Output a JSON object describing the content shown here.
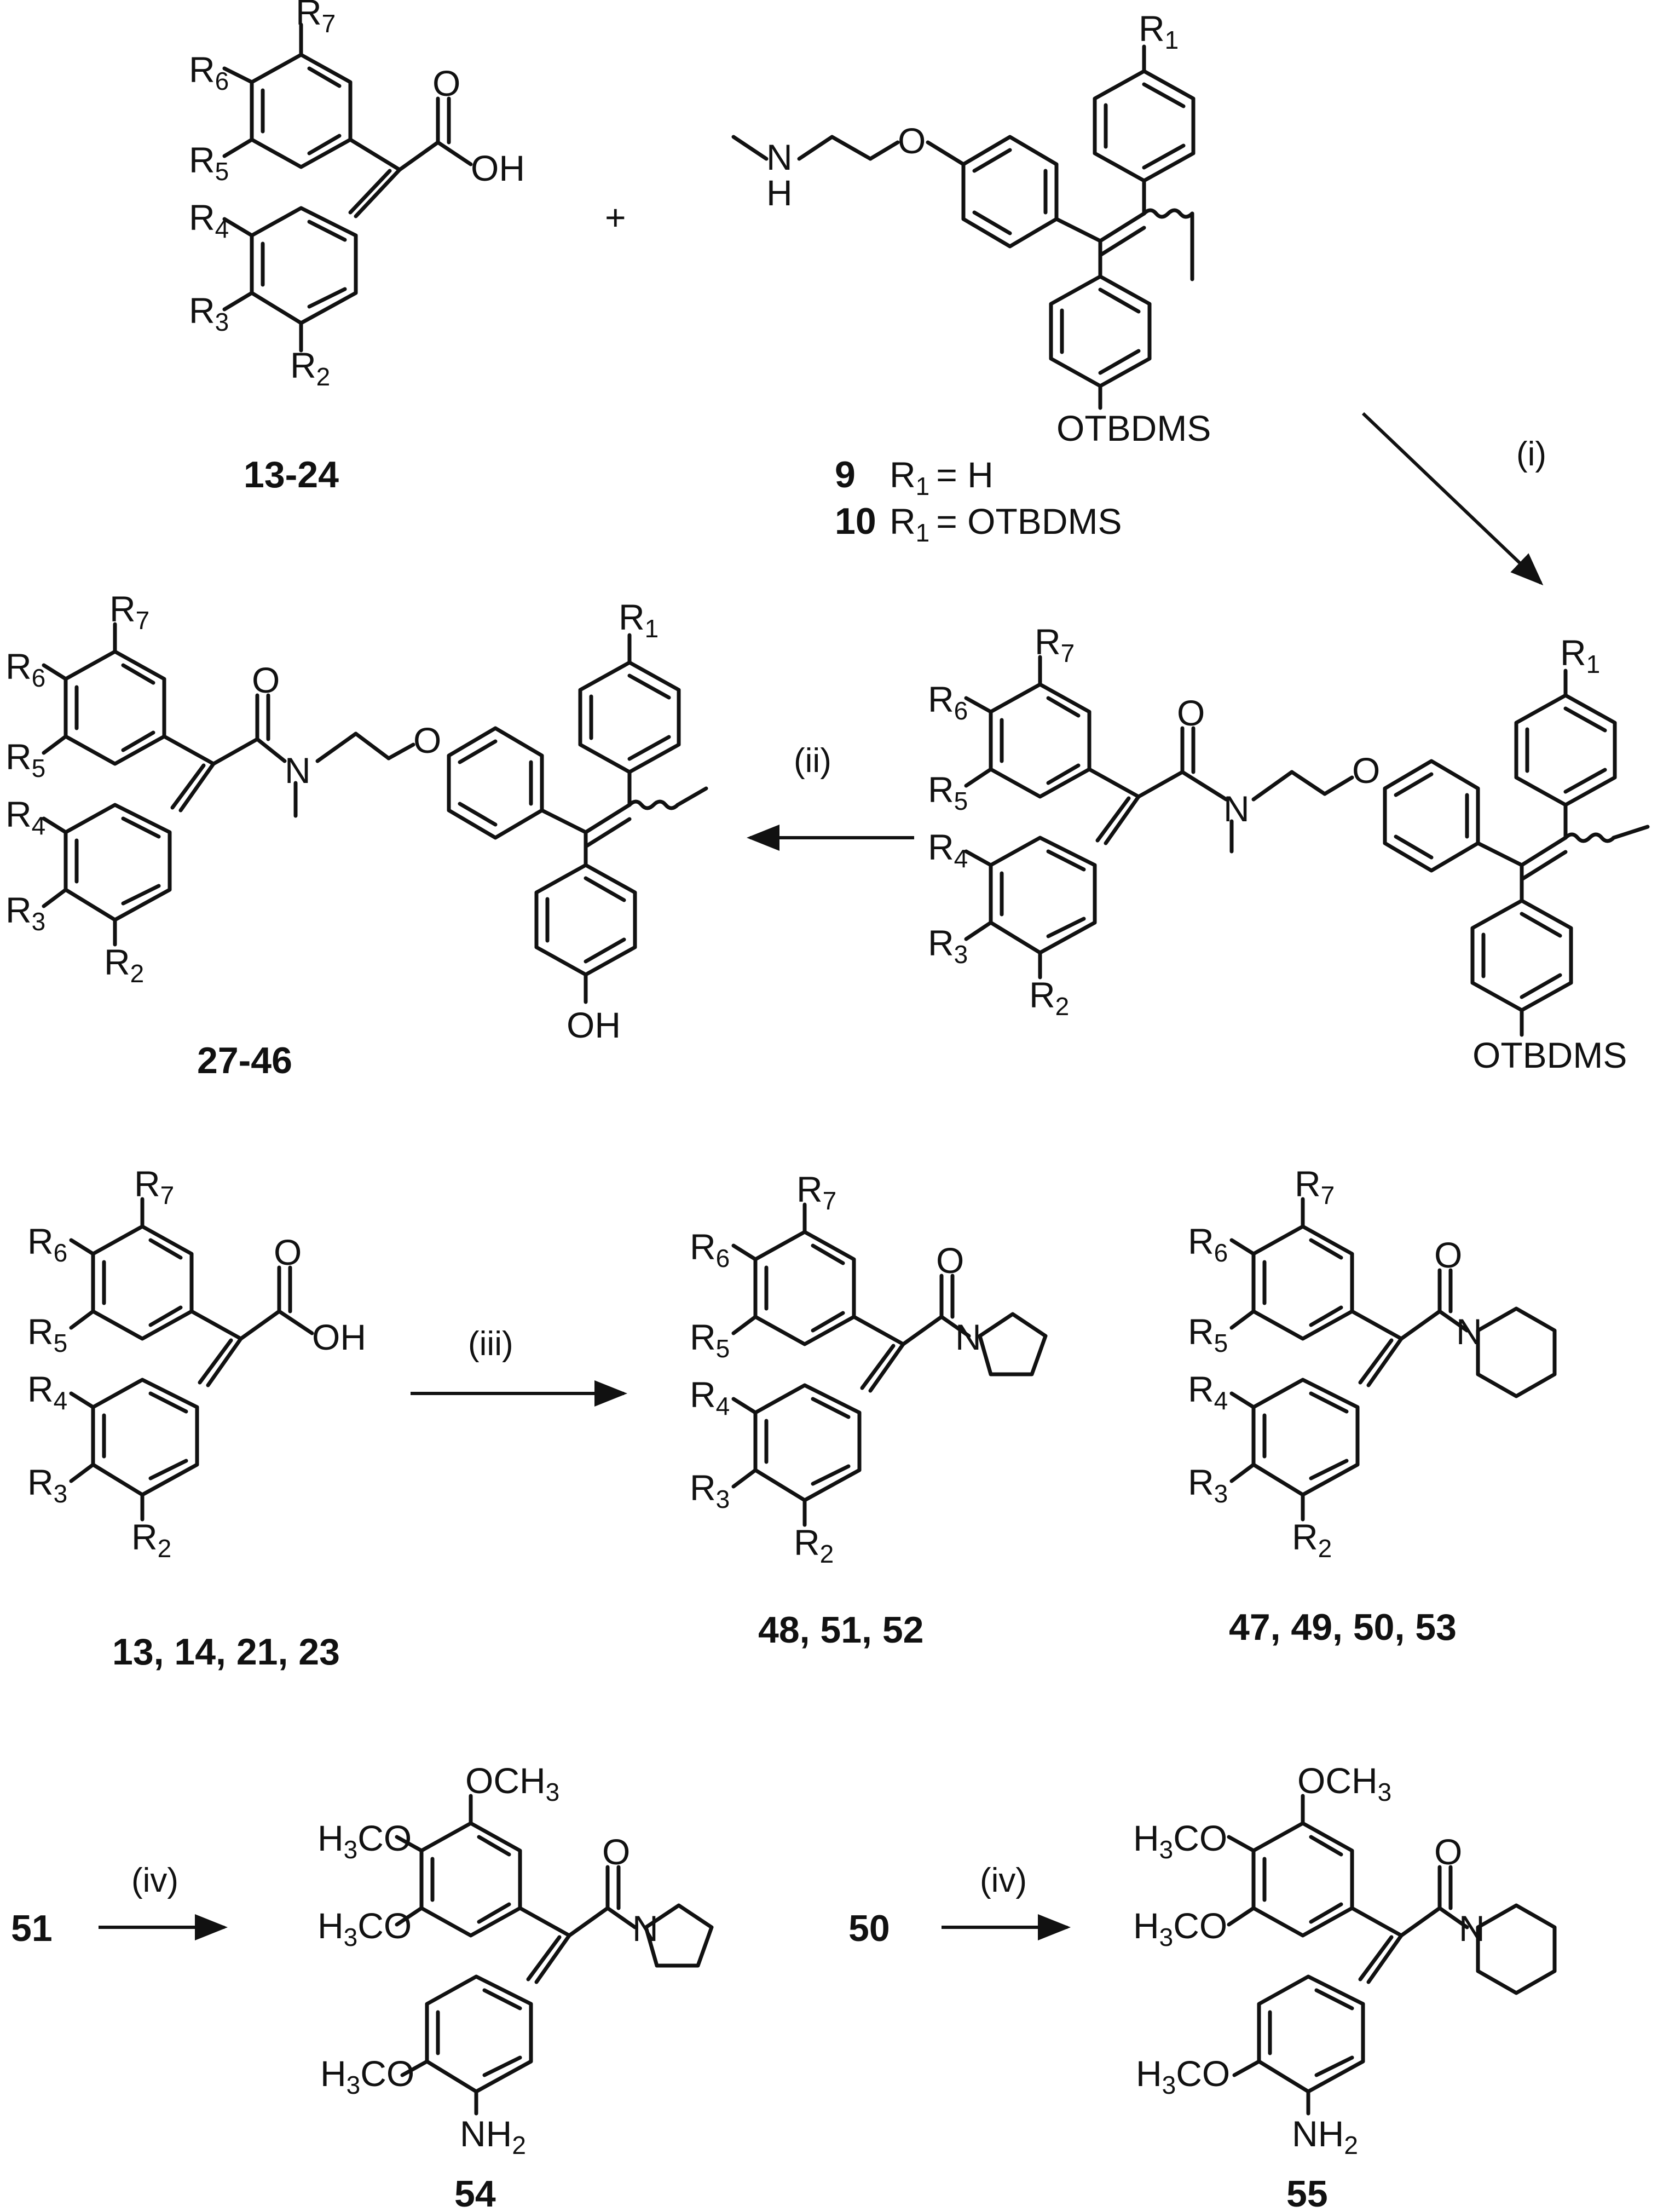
{
  "scheme": {
    "plus_sign": "+",
    "atoms": {
      "O": "O",
      "OH": "OH",
      "N": "N",
      "H": "H",
      "OTBDMS": "OTBDMS",
      "R": "R",
      "OCH": "OCH",
      "H3CO_prefix": "H",
      "CO_suffix": "CO",
      "NH": "NH",
      "sub_2": "2",
      "sub_3": "3"
    },
    "r_subscripts": [
      "1",
      "2",
      "3",
      "4",
      "5",
      "6",
      "7"
    ],
    "compounds": {
      "acids_top": "13-24",
      "amine_9": "9",
      "amine_9_def": "= H",
      "amine_10": "10",
      "amine_10_def": "= OTBDMS",
      "final_left": "27-46",
      "acids_mid": "13, 14, 21, 23",
      "pyrrolidine_amides": "48, 51, 52",
      "piperidine_amides": "47, 49, 50, 53",
      "start_51": "51",
      "start_50": "50",
      "product_54": "54",
      "product_55": "55"
    },
    "reagents": {
      "step_i": "(i)",
      "step_ii": "(ii)",
      "step_iii": "(iii)",
      "step_iv_a": "(iv)",
      "step_iv_b": "(iv)"
    }
  }
}
